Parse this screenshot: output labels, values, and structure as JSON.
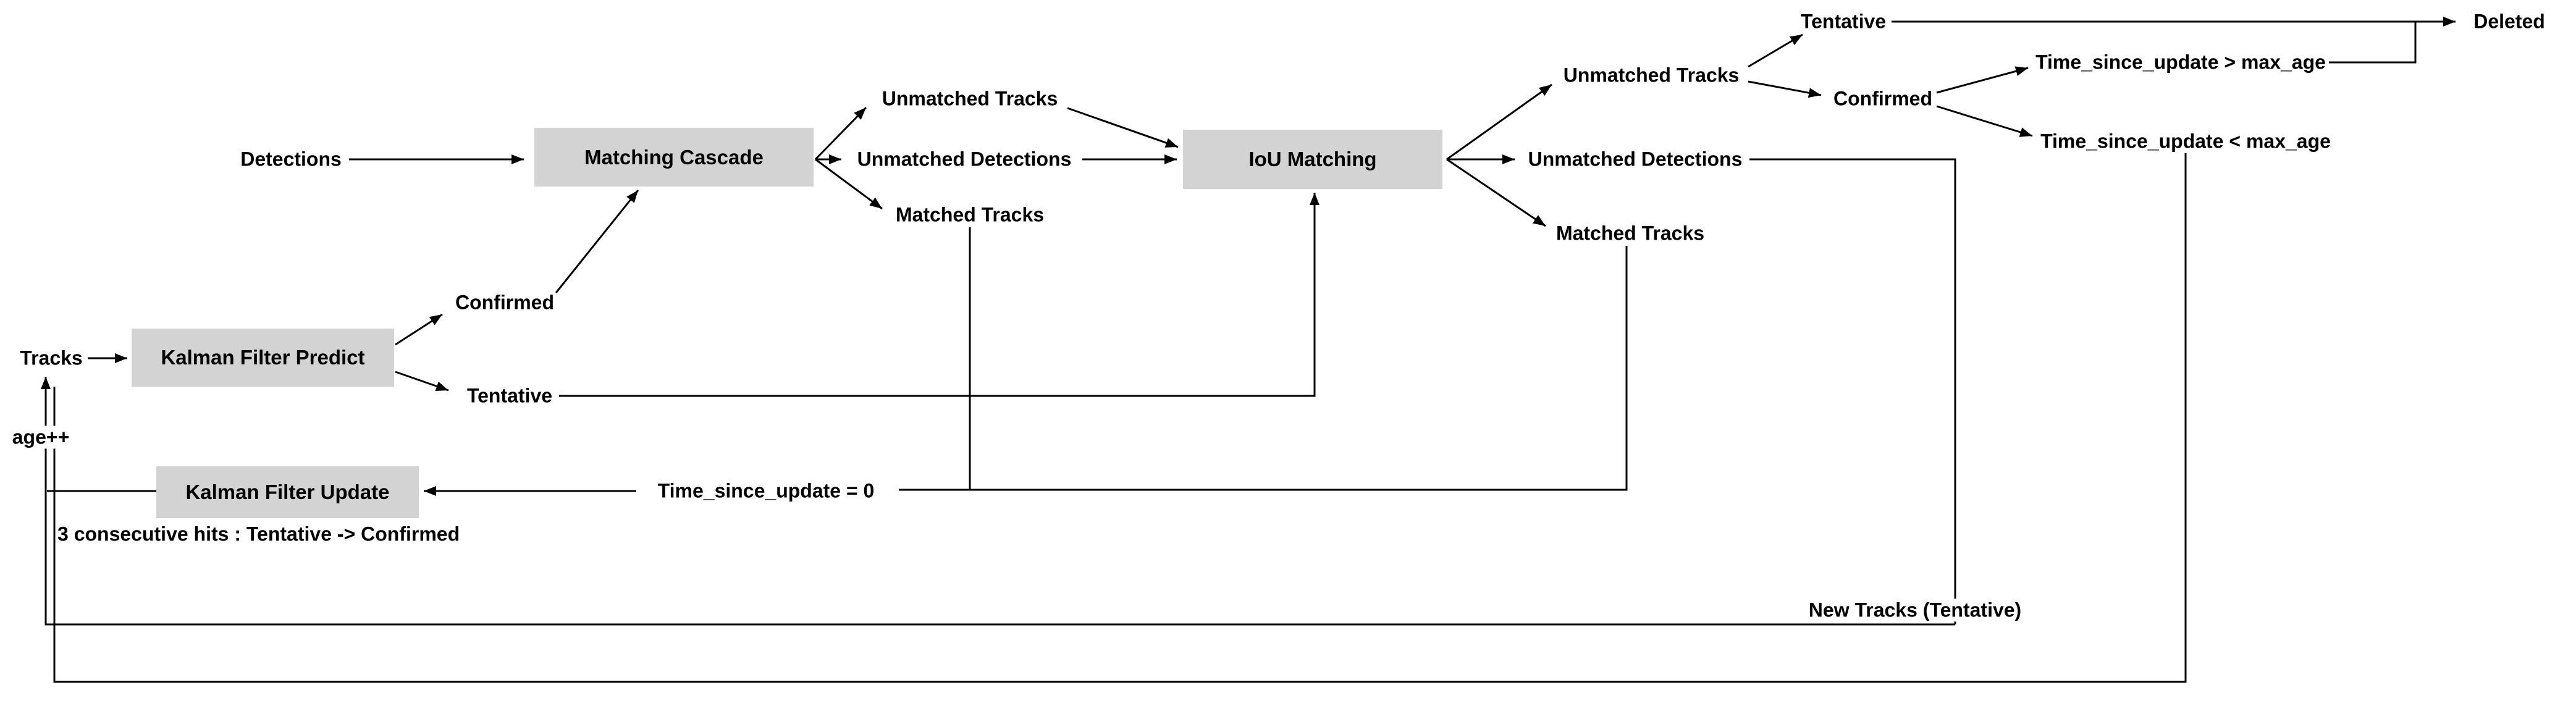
{
  "diagram": {
    "title_semantic": "DeepSORT tracking pipeline flowchart",
    "boxes": {
      "matching_cascade": {
        "label": "Matching Cascade"
      },
      "iou_matching": {
        "label": "IoU Matching"
      },
      "kalman_filter_predict": {
        "label": "Kalman Filter Predict"
      },
      "kalman_filter_update": {
        "label": "Kalman Filter Update"
      }
    },
    "labels": {
      "detections": "Detections",
      "tracks": "Tracks",
      "cascade_unmatched_tracks": "Unmatched Tracks",
      "cascade_unmatched_detections": "Unmatched Detections",
      "cascade_matched_tracks": "Matched Tracks",
      "iou_unmatched_tracks": "Unmatched Tracks",
      "iou_unmatched_detections": "Unmatched Detections",
      "iou_matched_tracks": "Matched Tracks",
      "predict_confirmed": "Confirmed",
      "predict_tentative": "Tentative",
      "track_tentative": "Tentative",
      "track_confirmed": "Confirmed",
      "deleted": "Deleted",
      "time_gt_max_age": "Time_since_update > max_age",
      "time_lt_max_age": "Time_since_update < max_age",
      "time_eq_zero": "Time_since_update = 0",
      "age_increment": "age++",
      "hits_note": "3 consecutive hits : Tentative -> Confirmed",
      "new_tracks": "New Tracks (Tentative)"
    },
    "colors": {
      "background": "#ffffff",
      "box_fill": "#d3d3d3",
      "line": "#000000",
      "text": "#000000"
    }
  }
}
